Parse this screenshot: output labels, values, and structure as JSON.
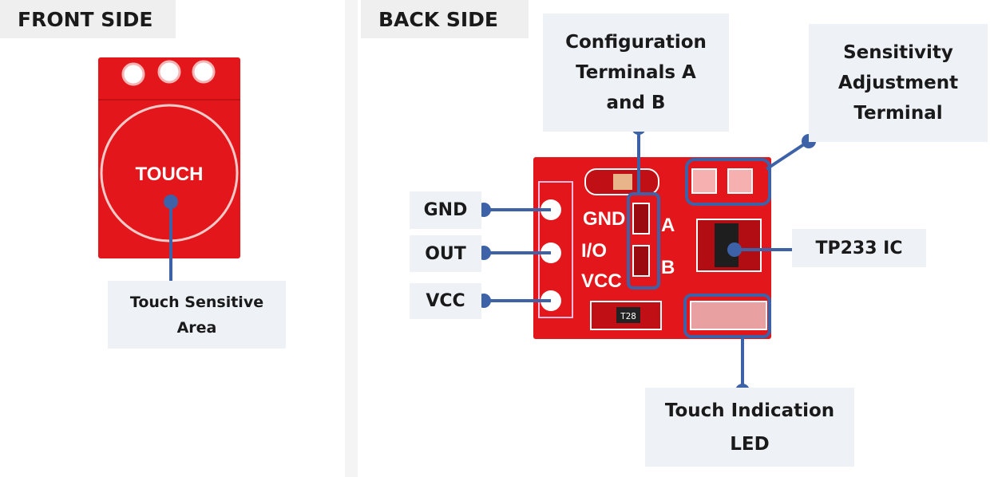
{
  "front": {
    "title": "FRONT SIDE",
    "pad_text": "TOUCH",
    "label_line1": "Touch Sensitive",
    "label_line2": "Area"
  },
  "back": {
    "title": "BACK SIDE",
    "pins": [
      "GND",
      "OUT",
      "VCC"
    ],
    "config_label": [
      "Configuration",
      "Terminals A",
      "and B"
    ],
    "sensitivity_label": [
      "Sensitivity",
      "Adjustment",
      "Terminal"
    ],
    "ic_label": "TP233 IC",
    "led_label": [
      "Touch Indication",
      "LED"
    ],
    "silk": {
      "gnd": "GND",
      "io": "I/O",
      "vcc": "VCC",
      "a": "A",
      "b": "B",
      "resistor": "T28"
    }
  },
  "colors": {
    "pcb": "#e3161b",
    "line": "#3d62a8",
    "label_bg": "#eef1f6"
  }
}
